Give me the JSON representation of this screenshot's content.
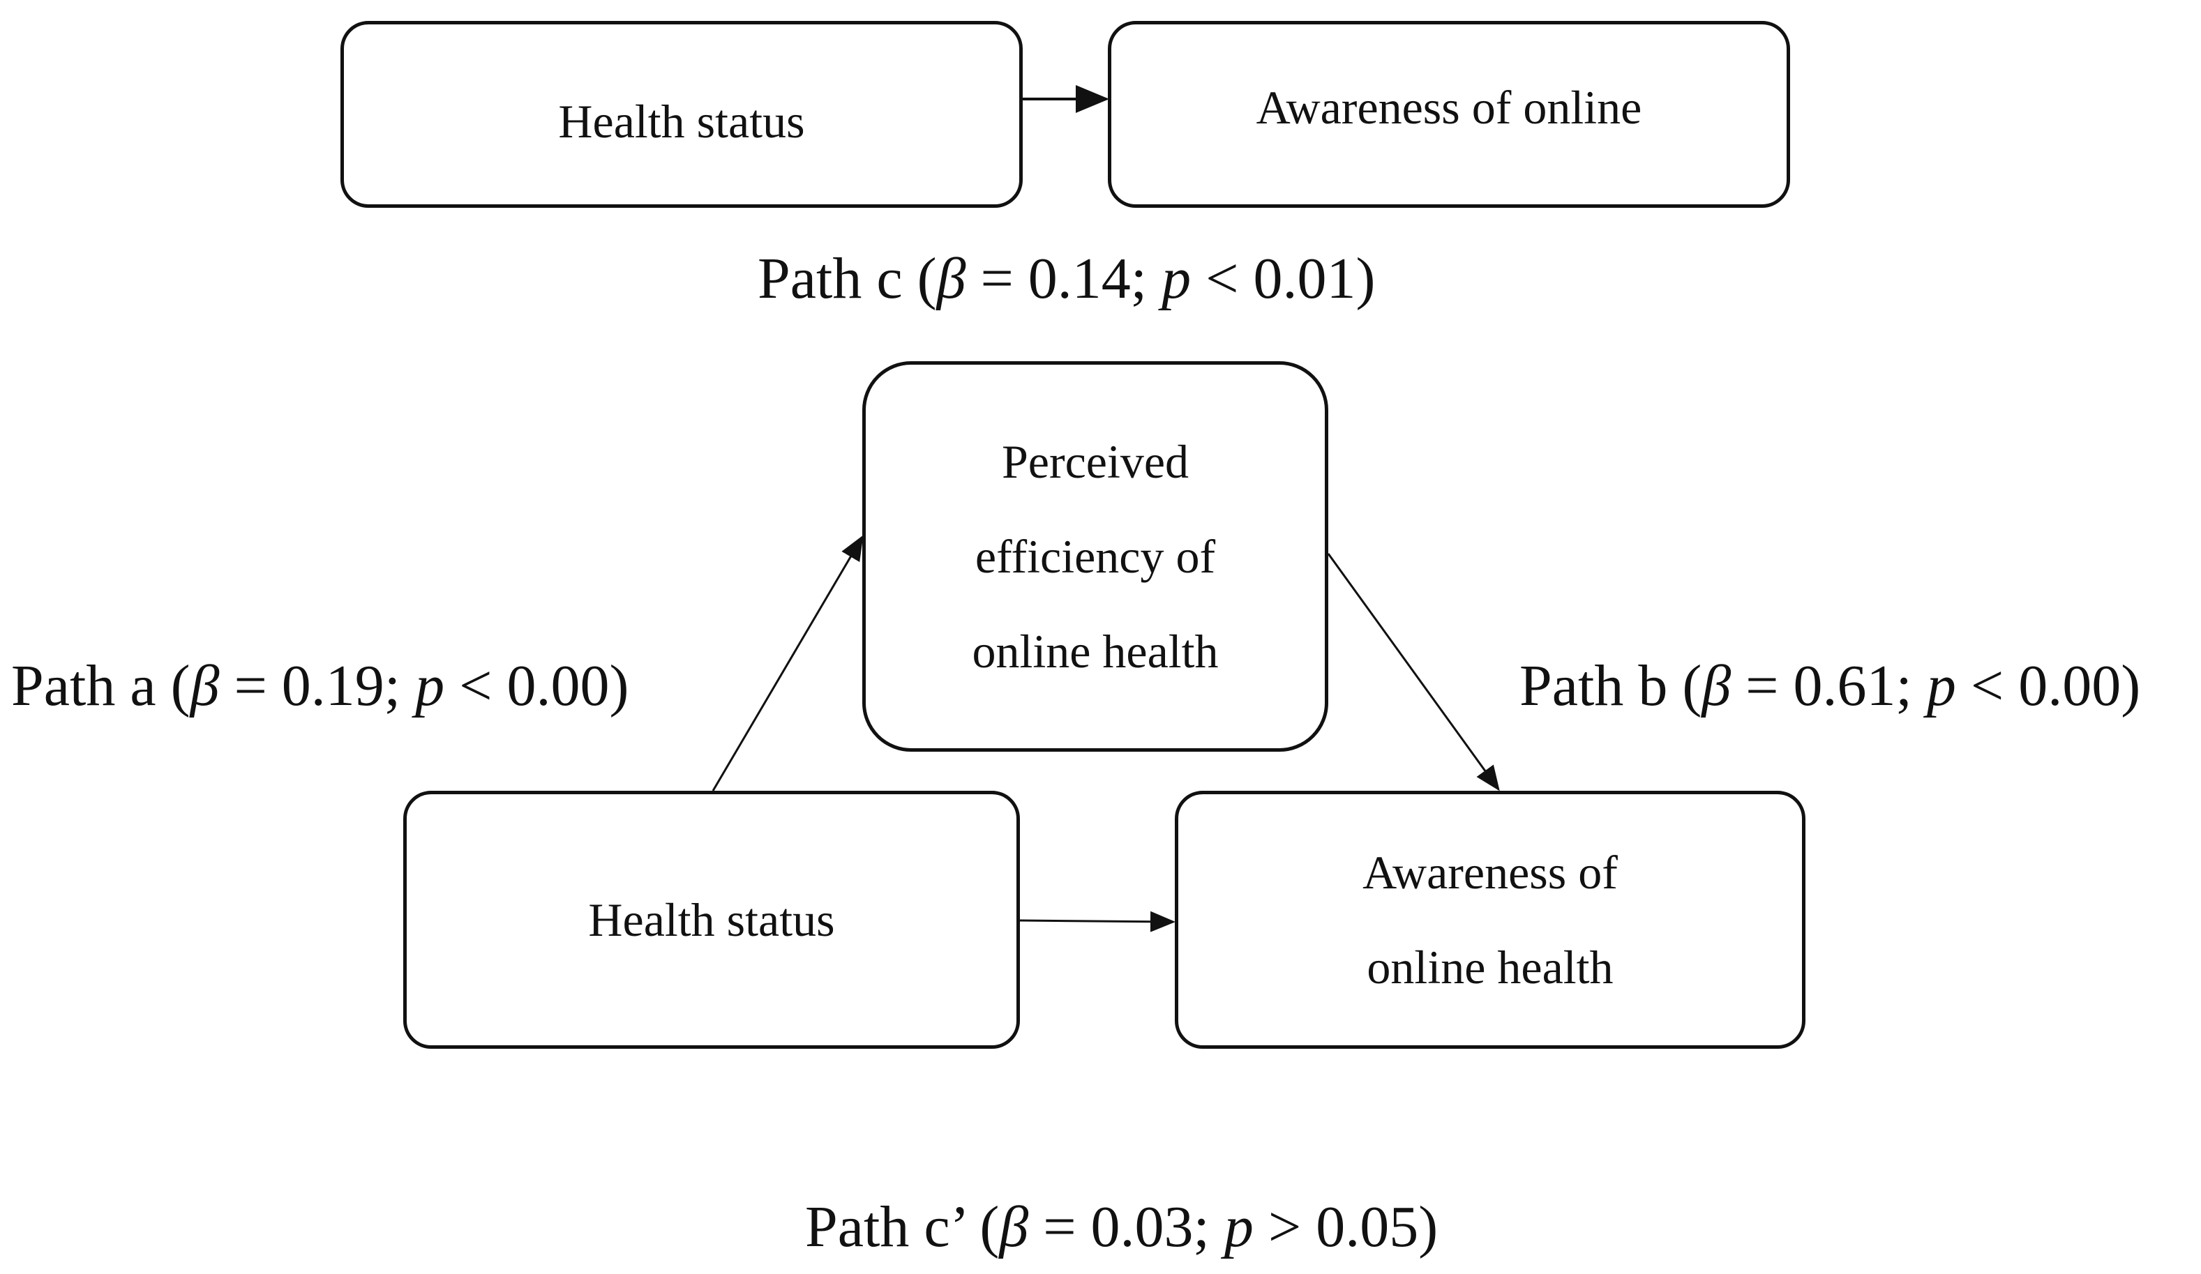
{
  "nodes": {
    "top_health": "Health status",
    "top_awareness": "Awareness of online",
    "mediator": "Perceived\nefficiency of\nonline health",
    "bottom_health": "Health status",
    "bottom_awareness": "Awareness of\nonline health"
  },
  "paths": {
    "c": {
      "prefix": "Path c (",
      "beta_symbol": "β",
      "beta_value": " = 0.14; ",
      "p_symbol": "p",
      "p_value": " < 0.01)"
    },
    "a": {
      "prefix": "Path a (",
      "beta_symbol": "β",
      "beta_value": " = 0.19; ",
      "p_symbol": "p",
      "p_value": " < 0.00)"
    },
    "b": {
      "prefix": "Path b (",
      "beta_symbol": "β",
      "beta_value": " = 0.61; ",
      "p_symbol": "p",
      "p_value": " < 0.00)"
    },
    "cprime": {
      "prefix": "Path c’ (",
      "beta_symbol": "β",
      "beta_value": " = 0.03; ",
      "p_symbol": "p",
      "p_value": " > 0.05)"
    }
  }
}
